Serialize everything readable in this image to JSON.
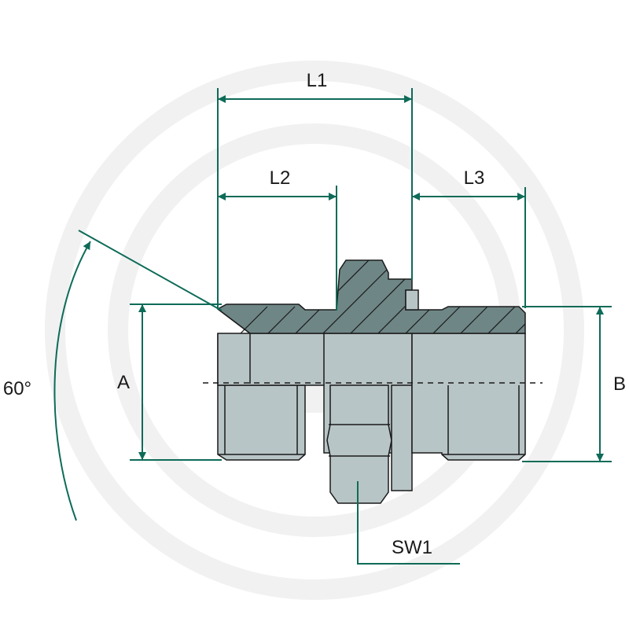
{
  "labels": {
    "l1": "L1",
    "l2": "L2",
    "l3": "L3",
    "a": "A",
    "b": "B",
    "sw1": "SW1",
    "angle": "60°"
  },
  "colors": {
    "dimension_line": "#0e6b58",
    "body_fill": "#b8c5c6",
    "body_stroke": "#1a1a1a",
    "hatch_fill": "#6f8686",
    "watermark": "#f1f1f1",
    "background": "#ffffff"
  }
}
